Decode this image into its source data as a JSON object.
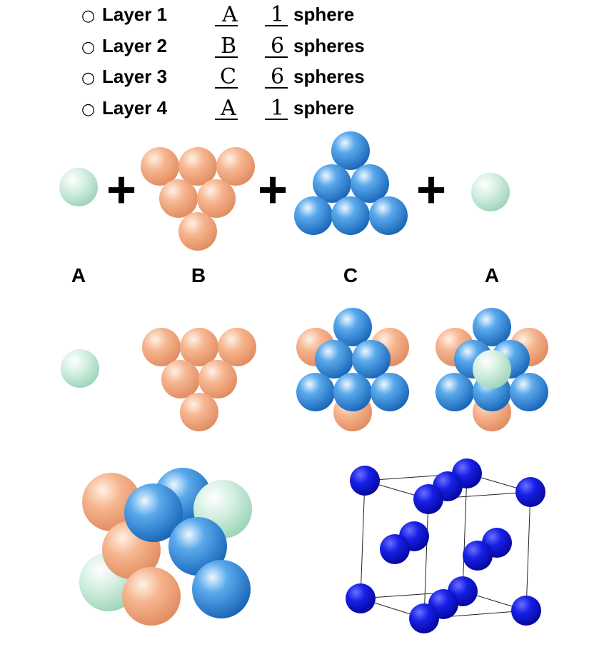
{
  "layers": [
    {
      "bullet": "○",
      "label": "Layer 1",
      "letter": "A",
      "count": "1",
      "unit": "sphere"
    },
    {
      "bullet": "○",
      "label": "Layer 2",
      "letter": "B",
      "count": "6",
      "unit": "spheres"
    },
    {
      "bullet": "○",
      "label": "Layer 3",
      "letter": "C",
      "count": "6",
      "unit": "spheres"
    },
    {
      "bullet": "○",
      "label": "Layer 4",
      "letter": "A",
      "count": "1",
      "unit": "sphere"
    }
  ],
  "equation": {
    "plus": "+",
    "labels": [
      "A",
      "B",
      "C",
      "A"
    ]
  },
  "colors": {
    "mint": "#bfe6d2",
    "peach": "#f0a27a",
    "sky": "#2f86d6",
    "cobalt": "#0f16d8",
    "ink": "#000000"
  }
}
